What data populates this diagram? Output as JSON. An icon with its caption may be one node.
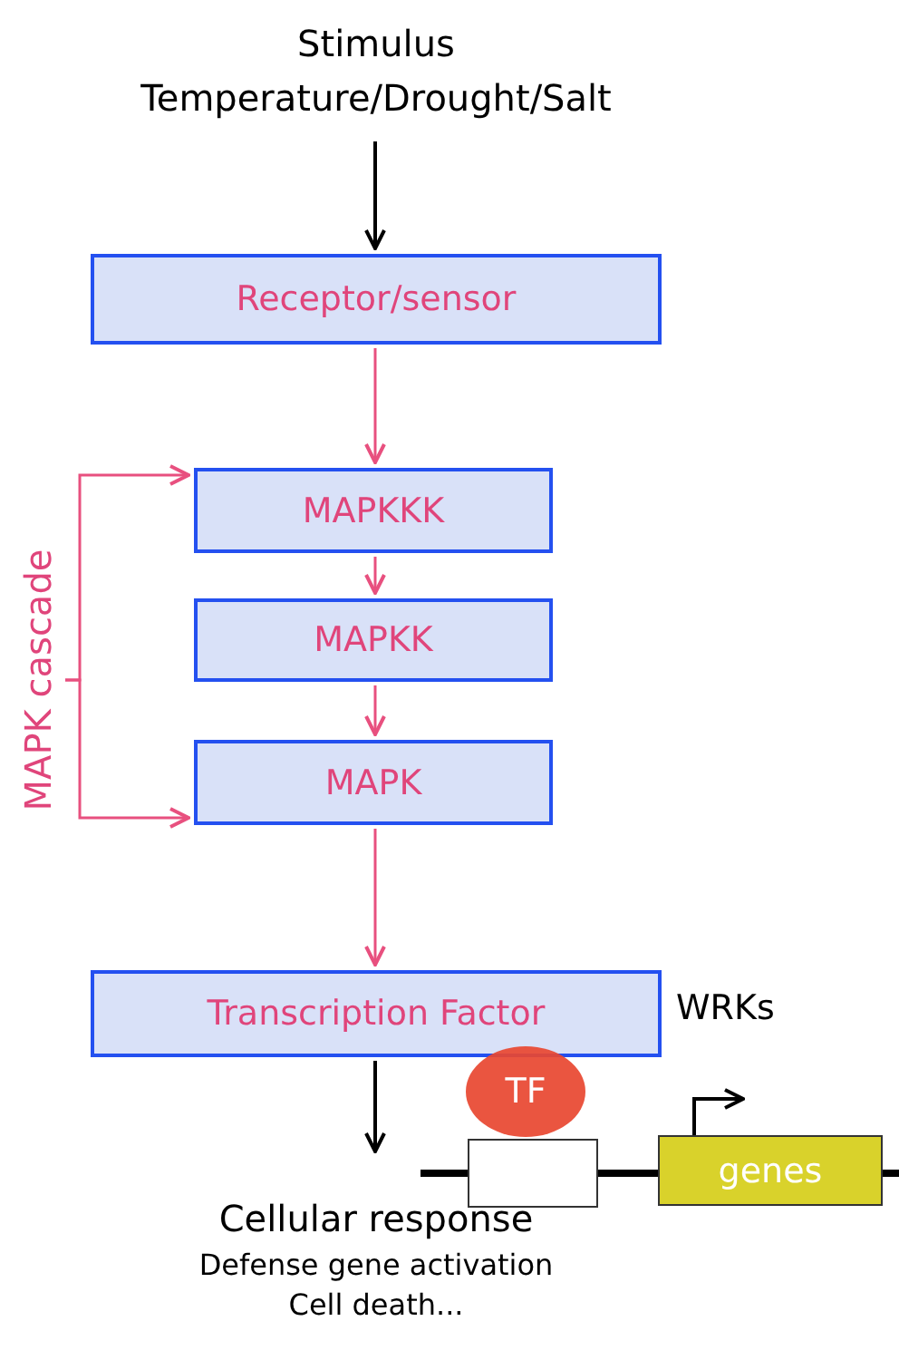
{
  "diagram": {
    "nodes": [
      {
        "text": [
          "Stimulus",
          "Temperature/Drought/Salt"
        ]
      },
      {
        "text": [
          "Receptor/sensor"
        ]
      },
      {
        "text": [
          "MAPKKK"
        ]
      },
      {
        "text": [
          "MAPKK"
        ]
      },
      {
        "text": [
          "MAPK"
        ]
      },
      {
        "text": [
          "Transcription Factor"
        ],
        "beside": [
          "WRKs"
        ]
      },
      {
        "text": [
          "Cellular response",
          "Defense gene activation",
          "Cell death..."
        ]
      },
      {
        "text": [
          "TF"
        ]
      },
      {
        "text": [],
        "shape": "box"
      },
      {
        "text": [
          "genes"
        ]
      },
      {
        "text": [
          "MAPK cascade"
        ]
      }
    ],
    "edges": [
      {
        "from": 0,
        "to": 1,
        "arrow": "to",
        "color": "#000000"
      },
      {
        "from": 1,
        "to": 2,
        "arrow": "to"
      },
      {
        "from": 2,
        "to": 3,
        "arrow": "to"
      },
      {
        "from": 3,
        "to": 4,
        "arrow": "to"
      },
      {
        "from": 4,
        "to": 5,
        "arrow": "to"
      },
      {
        "from": 5,
        "to": 6,
        "arrow": "to",
        "color": "#000000"
      },
      {
        "from": 10,
        "to": 2,
        "arrow": "to"
      },
      {
        "from": 10,
        "to": 4,
        "arrow": "to"
      }
    ]
  }
}
